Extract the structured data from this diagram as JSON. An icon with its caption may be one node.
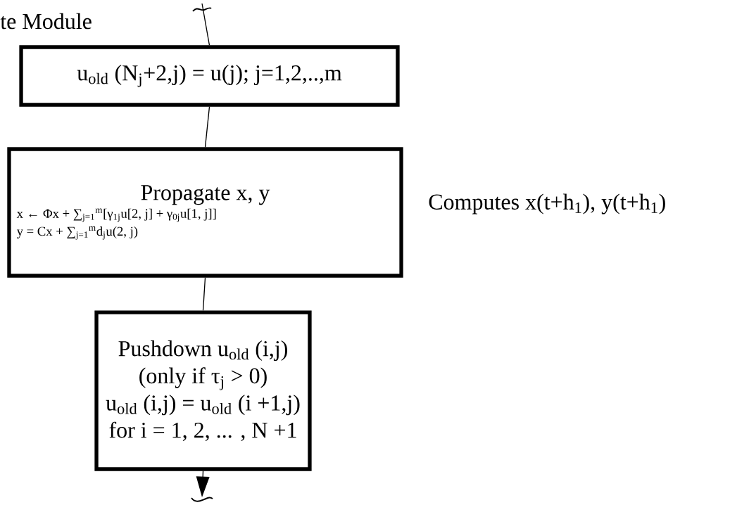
{
  "diagram": {
    "nodes": [
      {
        "text": [
          "u$_{old}$ (N$_{j}$+2,j) = u(j); j=1,2,..,m"
        ]
      },
      {
        "text": [
          "Propagate  x, y",
          "x ← Φx + ∑$_{j=1}$$^{m}$[γ$_{1j}$u[2, j] + γ$_{0j}$u[1, j]]",
          "y = Cx + ∑$_{j=1}$$^{m}$d$_{j}$u(2, j)"
        ],
        "beside": [
          "Computes x(t+h$_{1}$), y(t+h$_{1}$)"
        ]
      },
      {
        "text": [
          "Pushdown u$_{old}$ (i,j)",
          "(only if  τ$_{j}$ > 0)",
          "u$_{old}$ (i,j) = u$_{old}$ (i +1,j)",
          "for i = 1, 2, ... , N +1"
        ]
      }
    ],
    "edges": [
      {
        "from": null,
        "to": 0,
        "arrow": "none"
      },
      {
        "from": 0,
        "to": 1,
        "arrow": "none"
      },
      {
        "from": 1,
        "to": 2,
        "arrow": "none"
      },
      {
        "from": 2,
        "to": null,
        "arrow": "to"
      }
    ],
    "labels": [
      "te Module"
    ]
  }
}
